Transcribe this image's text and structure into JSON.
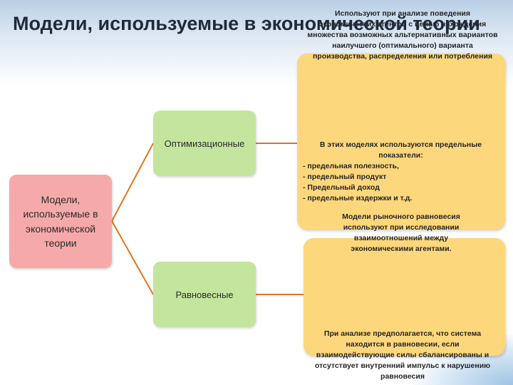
{
  "title": "Модели, используемые в экономической теории",
  "root": {
    "label": "Модели, используемые в экономической теории"
  },
  "branches": [
    {
      "label": "Оптимизационные",
      "usage": "Используют при анализе поведения экономических агентов с целью нахождения множества возможных альтернативных вариантов наилучшего (оптимального) варианта производства, распределения или потребления",
      "indicators_intro": "В этих моделях используются предельные показатели:",
      "indicators": [
        "- предельная полезность,",
        "- предельный продукт",
        "- Предельный доход",
        "- предельные издержки и т.д."
      ]
    },
    {
      "label": "Равновесные",
      "usage": "Модели рыночного равновесия используют при исследовании взаимоотношений между экономическими агентами.",
      "assumption": "При анализе предполагается, что система находится в равновесии, если взаимодействующие силы сбалансированы и отсутствует внутренний импульс к нарушению равновесия"
    }
  ],
  "colors": {
    "root_fill": "#f6a9a9",
    "branch_fill": "#c3e59e",
    "detail_fill": "#fdd77b",
    "connector": "#e2751e"
  }
}
